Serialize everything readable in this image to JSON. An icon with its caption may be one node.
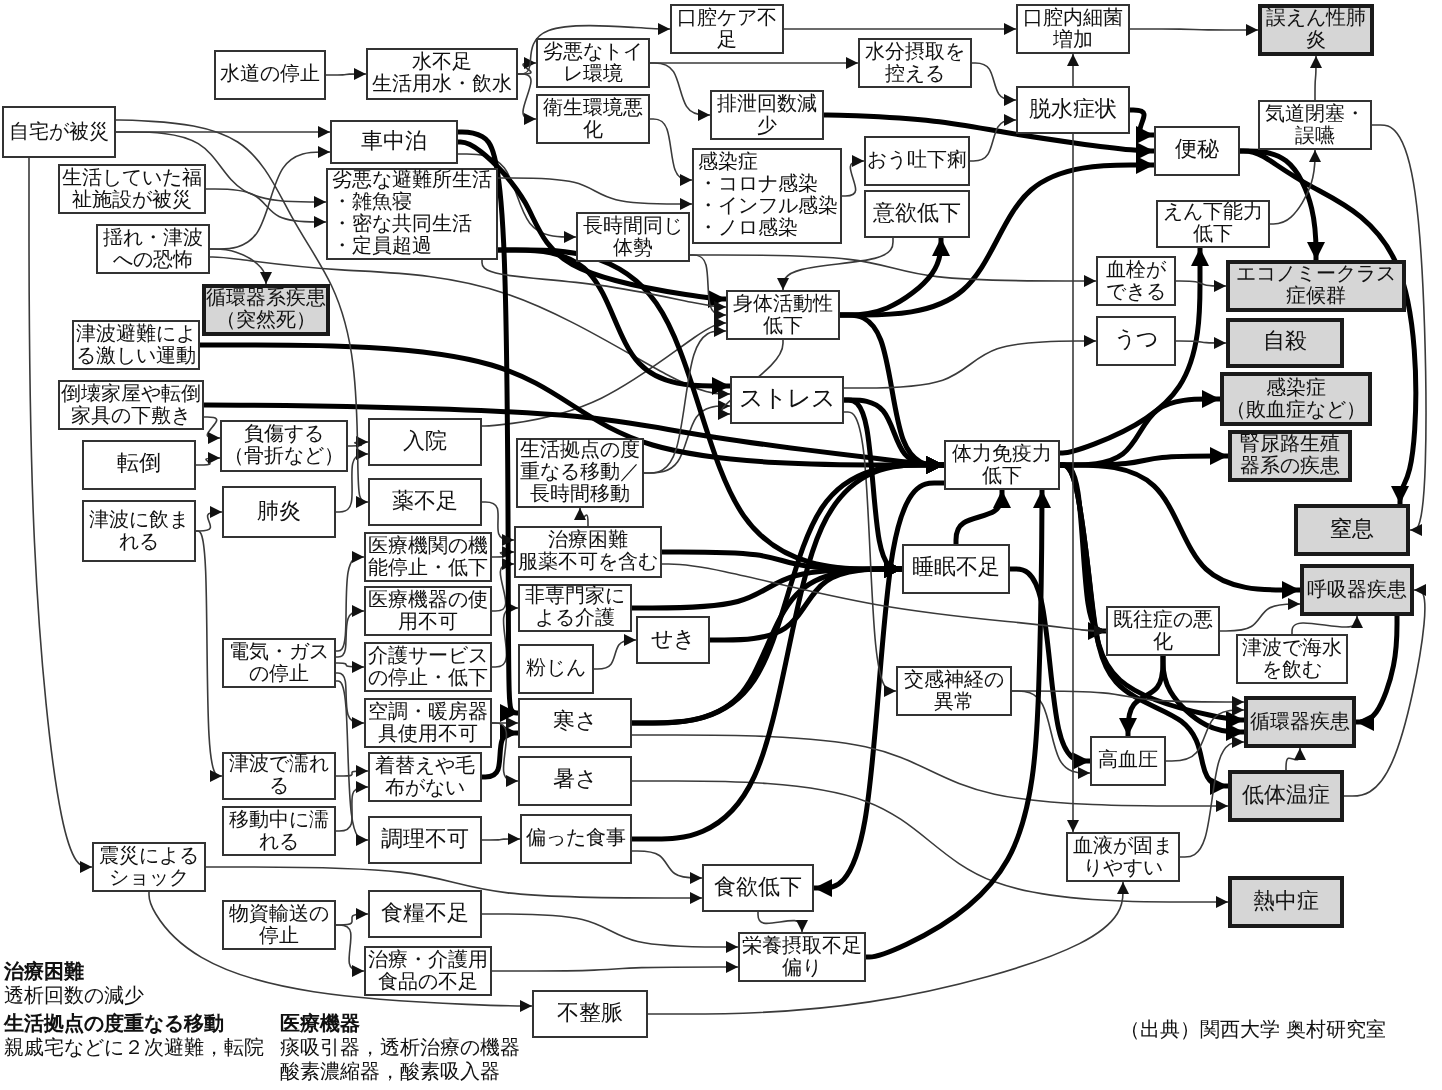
{
  "diagram": {
    "nodes": [
      {
        "text": [
          "自宅が被災"
        ]
      },
      {
        "text": [
          "水道の停止"
        ]
      },
      {
        "text": [
          "水不足",
          "生活用水・飲水"
        ]
      },
      {
        "text": [
          "口腔ケア不足"
        ]
      },
      {
        "text": [
          "劣悪なトイレ環境"
        ]
      },
      {
        "text": [
          "衛生環境悪化"
        ]
      },
      {
        "text": [
          "口腔内細菌増加"
        ]
      },
      {
        "text": [
          "誤えん性肺炎"
        ]
      },
      {
        "text": [
          "水分摂取を控える"
        ]
      },
      {
        "text": [
          "排泄回数減少"
        ]
      },
      {
        "text": [
          "脱水症状"
        ]
      },
      {
        "text": [
          "気道閉塞・誤嚥"
        ]
      },
      {
        "text": [
          "車中泊"
        ]
      },
      {
        "text": [
          "便秘"
        ]
      },
      {
        "text": [
          "おう吐下痢"
        ]
      },
      {
        "text": [
          "生活していた福祉施設が被災"
        ]
      },
      {
        "text": [
          "劣悪な避難所生活",
          "・雑魚寝",
          "・密な共同生活",
          "・定員超過"
        ]
      },
      {
        "text": [
          "感染症",
          "・コロナ感染",
          "・インフル感染",
          "・ノロ感染"
        ]
      },
      {
        "text": [
          "意欲低下"
        ]
      },
      {
        "text": [
          "えん下能力低下"
        ]
      },
      {
        "text": [
          "長時間同じ体勢"
        ]
      },
      {
        "text": [
          "揺れ・津波への恐怖"
        ]
      },
      {
        "text": [
          "血栓ができる"
        ]
      },
      {
        "text": [
          "エコノミークラス症候群"
        ]
      },
      {
        "text": [
          "循環器系疾患（突然死）"
        ]
      },
      {
        "text": [
          "身体活動性低下"
        ]
      },
      {
        "text": [
          "うつ"
        ]
      },
      {
        "text": [
          "自殺"
        ]
      },
      {
        "text": [
          "津波避難による激しい運動"
        ]
      },
      {
        "text": [
          "感染症",
          "（敗血症など）"
        ]
      },
      {
        "text": [
          "ストレス"
        ]
      },
      {
        "text": [
          "倒壊家屋や転倒家具の下敷き"
        ]
      },
      {
        "text": [
          "負傷する",
          "（骨折など）"
        ]
      },
      {
        "text": [
          "入院"
        ]
      },
      {
        "text": [
          "腎尿路生殖器系の疾患"
        ]
      },
      {
        "text": [
          "体力免疫力低下"
        ]
      },
      {
        "text": [
          "転倒"
        ]
      },
      {
        "text": [
          "生活拠点の度重なる移動／長時間移動"
        ]
      },
      {
        "text": [
          "津波に飲まれる"
        ]
      },
      {
        "text": [
          "肺炎"
        ]
      },
      {
        "text": [
          "薬不足"
        ]
      },
      {
        "text": [
          "窒息"
        ]
      },
      {
        "text": [
          "治療困難",
          "服薬不可を含む"
        ]
      },
      {
        "text": [
          "医療機関の機能停止・低下"
        ]
      },
      {
        "text": [
          "睡眠不足"
        ]
      },
      {
        "text": [
          "呼吸器疾患"
        ]
      },
      {
        "text": [
          "非専門家による介護"
        ]
      },
      {
        "text": [
          "医療機器の使用不可"
        ]
      },
      {
        "text": [
          "既往症の悪化"
        ]
      },
      {
        "text": [
          "せき"
        ]
      },
      {
        "text": [
          "電気・ガスの停止"
        ]
      },
      {
        "text": [
          "介護サービスの停止・低下"
        ]
      },
      {
        "text": [
          "津波で海水を飲む"
        ]
      },
      {
        "text": [
          "粉じん"
        ]
      },
      {
        "text": [
          "交感神経の異常"
        ]
      },
      {
        "text": [
          "循環器疾患"
        ]
      },
      {
        "text": [
          "寒さ"
        ]
      },
      {
        "text": [
          "空調・暖房器具使用不可"
        ]
      },
      {
        "text": [
          "高血圧"
        ]
      },
      {
        "text": [
          "津波で濡れる"
        ]
      },
      {
        "text": [
          "着替えや毛布がない"
        ]
      },
      {
        "text": [
          "暑さ"
        ]
      },
      {
        "text": [
          "低体温症"
        ]
      },
      {
        "text": [
          "移動中に濡れる"
        ]
      },
      {
        "text": [
          "調理不可"
        ]
      },
      {
        "text": [
          "偏った食事"
        ]
      },
      {
        "text": [
          "血液が固まりやすい"
        ]
      },
      {
        "text": [
          "震災によるショック"
        ]
      },
      {
        "text": [
          "食欲低下"
        ]
      },
      {
        "text": [
          "熱中症"
        ]
      },
      {
        "text": [
          "食糧不足"
        ]
      },
      {
        "text": [
          "物資輸送の停止"
        ]
      },
      {
        "text": [
          "栄養摂取不足偏り"
        ]
      },
      {
        "text": [
          "治療・介護用食品の不足"
        ]
      },
      {
        "text": [
          "不整脈"
        ]
      }
    ],
    "edges": [
      {
        "from": 1,
        "to": 2,
        "arrow": "to"
      },
      {
        "from": 2,
        "to": 4,
        "arrow": "to"
      },
      {
        "from": 2,
        "to": 5,
        "arrow": "to"
      },
      {
        "from": 2,
        "to": 3,
        "arrow": "to"
      },
      {
        "from": 3,
        "to": 6,
        "arrow": "to"
      },
      {
        "from": 6,
        "to": 7,
        "arrow": "to"
      },
      {
        "from": 4,
        "to": 8,
        "arrow": "to"
      },
      {
        "from": 4,
        "to": 9,
        "arrow": "to"
      },
      {
        "from": 5,
        "to": 17,
        "arrow": "to"
      },
      {
        "from": 8,
        "to": 10,
        "arrow": "to"
      },
      {
        "from": 9,
        "to": 13,
        "arrow": "to",
        "style": "thick"
      },
      {
        "from": 10,
        "to": 6,
        "arrow": "to"
      },
      {
        "from": 10,
        "to": 13,
        "arrow": "to",
        "style": "thick"
      },
      {
        "from": 17,
        "to": 14,
        "arrow": "to"
      },
      {
        "from": 14,
        "to": 10,
        "arrow": "to"
      },
      {
        "from": 18,
        "to": 25,
        "arrow": "to"
      },
      {
        "from": 25,
        "to": 13,
        "arrow": "to",
        "style": "thick"
      },
      {
        "from": 25,
        "to": 35,
        "arrow": "to",
        "style": "thick"
      },
      {
        "from": 30,
        "to": 35,
        "arrow": "to",
        "style": "thick"
      },
      {
        "from": 30,
        "to": 26,
        "arrow": "to"
      },
      {
        "from": 30,
        "to": 44,
        "arrow": "to",
        "style": "thick"
      },
      {
        "from": 35,
        "to": 29,
        "arrow": "to",
        "style": "thick"
      },
      {
        "from": 35,
        "to": 34,
        "arrow": "to",
        "style": "thick"
      },
      {
        "from": 35,
        "to": 45,
        "arrow": "to",
        "style": "thick"
      },
      {
        "from": 35,
        "to": 55,
        "arrow": "to",
        "style": "thick"
      },
      {
        "from": 35,
        "to": 62,
        "arrow": "to",
        "style": "thick"
      },
      {
        "from": 35,
        "to": 48,
        "arrow": "to",
        "style": "thick"
      },
      {
        "from": 48,
        "to": 58,
        "arrow": "to",
        "style": "thick"
      },
      {
        "from": 35,
        "to": 68,
        "arrow": "to",
        "style": "thick"
      },
      {
        "from": 35,
        "to": 19,
        "arrow": "to",
        "style": "thick"
      },
      {
        "from": 44,
        "to": 35,
        "arrow": "to",
        "style": "thick"
      },
      {
        "from": 44,
        "to": 58,
        "arrow": "to",
        "style": "thick"
      },
      {
        "from": 13,
        "to": 23,
        "arrow": "to",
        "style": "thick"
      },
      {
        "from": 13,
        "to": 41,
        "arrow": "to",
        "style": "thick"
      },
      {
        "from": 19,
        "to": 11,
        "arrow": "to"
      },
      {
        "from": 11,
        "to": 7,
        "arrow": "to"
      },
      {
        "from": 11,
        "to": 41,
        "arrow": "to"
      },
      {
        "from": 22,
        "to": 23,
        "arrow": "to"
      },
      {
        "from": 26,
        "to": 27,
        "arrow": "to"
      },
      {
        "from": 45,
        "to": 55,
        "arrow": "to",
        "style": "thick"
      },
      {
        "from": 62,
        "to": 45,
        "arrow": "to"
      },
      {
        "from": 62,
        "to": 55,
        "arrow": "to"
      },
      {
        "from": 48,
        "to": 55,
        "arrow": "to",
        "style": "thick"
      },
      {
        "from": 48,
        "to": 45,
        "arrow": "to"
      },
      {
        "from": 52,
        "to": 45,
        "arrow": "to"
      },
      {
        "from": 58,
        "to": 55,
        "arrow": "to"
      },
      {
        "from": 66,
        "to": 55,
        "arrow": "to"
      },
      {
        "from": 54,
        "to": 58,
        "arrow": "to"
      },
      {
        "from": 54,
        "to": 55,
        "arrow": "to"
      },
      {
        "from": 61,
        "to": 69,
        "arrow": "to"
      },
      {
        "from": 56,
        "to": 62,
        "arrow": "to"
      },
      {
        "from": 20,
        "to": 22,
        "arrow": "to"
      },
      {
        "from": 67,
        "to": 74,
        "arrow": "to"
      },
      {
        "from": 74,
        "to": 66,
        "arrow": "to"
      },
      {
        "from": 68,
        "to": 72,
        "arrow": "to"
      },
      {
        "from": 72,
        "to": 35,
        "arrow": "to",
        "style": "thick"
      },
      {
        "from": 65,
        "to": 68,
        "arrow": "to"
      },
      {
        "from": 70,
        "to": 72,
        "arrow": "to"
      },
      {
        "from": 73,
        "to": 72,
        "arrow": "to"
      },
      {
        "from": 64,
        "to": 65,
        "arrow": "to"
      },
      {
        "from": 71,
        "to": 70,
        "arrow": "to"
      },
      {
        "from": 71,
        "to": 73,
        "arrow": "to"
      },
      {
        "from": 50,
        "to": 43,
        "arrow": "to"
      },
      {
        "from": 50,
        "to": 47,
        "arrow": "to"
      },
      {
        "from": 50,
        "to": 51,
        "arrow": "to"
      },
      {
        "from": 50,
        "to": 57,
        "arrow": "to"
      },
      {
        "from": 50,
        "to": 64,
        "arrow": "to"
      },
      {
        "from": 59,
        "to": 60,
        "arrow": "to"
      },
      {
        "from": 63,
        "to": 60,
        "arrow": "to"
      },
      {
        "from": 60,
        "to": 56,
        "arrow": "to",
        "style": "thick"
      },
      {
        "from": 57,
        "to": 56,
        "arrow": "to"
      },
      {
        "from": 57,
        "to": 61,
        "arrow": "to"
      },
      {
        "from": 43,
        "to": 42,
        "arrow": "to"
      },
      {
        "from": 47,
        "to": 42,
        "arrow": "to"
      },
      {
        "from": 51,
        "to": 46,
        "arrow": "to"
      },
      {
        "from": 53,
        "to": 49,
        "arrow": "to"
      },
      {
        "from": 49,
        "to": 44,
        "arrow": "to",
        "style": "thick"
      },
      {
        "from": 42,
        "to": 37,
        "arrow": "to"
      },
      {
        "from": 42,
        "to": 44,
        "arrow": "to",
        "style": "thick"
      },
      {
        "from": 46,
        "to": 44,
        "arrow": "to",
        "style": "thick"
      },
      {
        "from": 56,
        "to": 44,
        "arrow": "to",
        "style": "thick"
      },
      {
        "from": 37,
        "to": 30,
        "arrow": "to"
      },
      {
        "from": 33,
        "to": 25,
        "arrow": "to"
      },
      {
        "from": 32,
        "to": 33,
        "arrow": "to"
      },
      {
        "from": 39,
        "to": 33,
        "arrow": "to"
      },
      {
        "from": 36,
        "to": 32,
        "arrow": "to"
      },
      {
        "from": 31,
        "to": 32,
        "arrow": "to"
      },
      {
        "from": 38,
        "to": 39,
        "arrow": "to"
      },
      {
        "from": 0,
        "to": 12,
        "arrow": "to"
      },
      {
        "from": 0,
        "to": 16,
        "arrow": "to"
      },
      {
        "from": 0,
        "to": 67,
        "arrow": "to"
      },
      {
        "from": 38,
        "to": 59,
        "arrow": "to"
      },
      {
        "from": 15,
        "to": 16,
        "arrow": "to"
      },
      {
        "from": 21,
        "to": 12,
        "arrow": "to"
      },
      {
        "from": 21,
        "to": 24,
        "arrow": "to"
      },
      {
        "from": 21,
        "to": 30,
        "arrow": "to"
      },
      {
        "from": 28,
        "to": 35,
        "arrow": "to",
        "style": "thick"
      },
      {
        "from": 31,
        "to": 35,
        "arrow": "to",
        "style": "thick"
      },
      {
        "from": 12,
        "to": 20,
        "arrow": "to"
      },
      {
        "from": 12,
        "to": 56,
        "arrow": "to",
        "style": "thick"
      },
      {
        "from": 12,
        "to": 25,
        "arrow": "to",
        "style": "thick"
      },
      {
        "from": 16,
        "to": 30,
        "arrow": "to",
        "style": "thick"
      },
      {
        "from": 16,
        "to": 44,
        "arrow": "to",
        "style": "thick"
      },
      {
        "from": 16,
        "to": 17,
        "arrow": "to"
      },
      {
        "from": 16,
        "to": 25,
        "arrow": "to"
      },
      {
        "from": 40,
        "to": 42,
        "arrow": "to"
      },
      {
        "from": 0,
        "to": 40,
        "arrow": "to"
      },
      {
        "from": 25,
        "to": 30,
        "arrow": "to"
      },
      {
        "from": 30,
        "to": 54,
        "arrow": "to"
      },
      {
        "from": 20,
        "to": 25,
        "arrow": "to"
      },
      {
        "from": 25,
        "to": 18,
        "arrow": "to",
        "style": "thick"
      },
      {
        "from": 37,
        "to": 25,
        "arrow": "to"
      },
      {
        "from": 65,
        "to": 35,
        "arrow": "to",
        "style": "thick"
      },
      {
        "from": 56,
        "to": 35,
        "arrow": "to",
        "style": "thick"
      },
      {
        "from": 42,
        "to": 48,
        "arrow": "to"
      },
      {
        "from": 10,
        "to": 66,
        "arrow": "to"
      },
      {
        "from": 67,
        "to": 68,
        "arrow": "to"
      }
    ],
    "labels": [
      "治療困難",
      "透析回数の減少",
      "生活拠点の度重なる移動",
      "親戚宅などに２次避難，転院",
      "医療機器",
      "痰吸引器，透析治療の機器酸素濃縮器，酸素吸入器",
      "（出典）関西大学 奥村研究室"
    ]
  }
}
